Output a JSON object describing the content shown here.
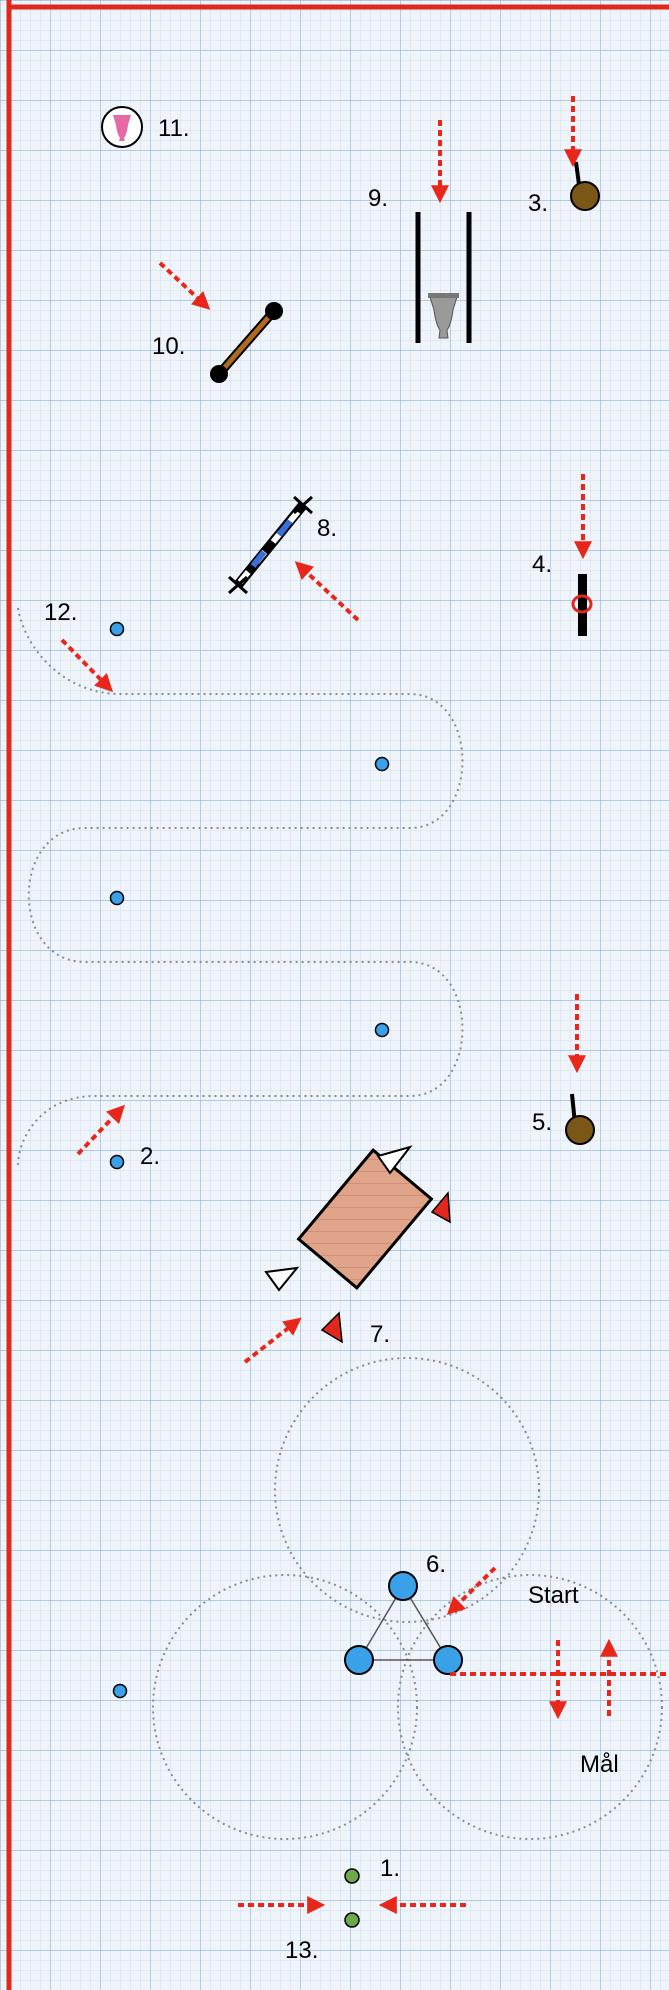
{
  "labels": {
    "n1": "1.",
    "n2": "2.",
    "n3": "3.",
    "n4": "4.",
    "n5": "5.",
    "n6": "6.",
    "n7": "7.",
    "n8": "8.",
    "n9": "9.",
    "n10": "10.",
    "n11": "11.",
    "n12": "12.",
    "n13": "13.",
    "start": "Start",
    "finish": "Mål"
  },
  "colors": {
    "paper": "#eef4fa",
    "grid_minor": "#c7d9ea",
    "grid_major": "#8fb0d0",
    "border": "#e0281e",
    "arrow": "#e8261a",
    "path": "#8a8a8a",
    "weave_pole": "#3aa0e8",
    "cone": "#6ea84a",
    "tire": "#7a5716",
    "jump_bar": "#b06a1e"
  },
  "icons": {
    "n3": "tire-obstacle-icon",
    "n4": "pole-with-ring-icon",
    "n5": "tire-obstacle-icon",
    "n6": "triangle-cone-icon",
    "n7": "wooden-bridge-icon",
    "n8": "blue-white-jump-icon",
    "n9": "tunnel-with-vase-icon",
    "n10": "wooden-bar-jump-icon",
    "n11": "pink-vase-icon",
    "n12": "slalom-poles-icon",
    "n13": "finish-cones-icon"
  }
}
